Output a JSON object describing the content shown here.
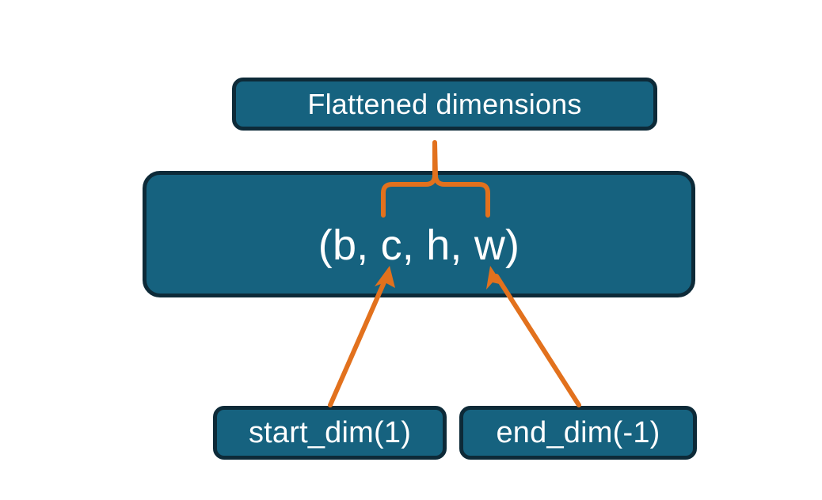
{
  "diagram": {
    "title_visible": false,
    "background_color": "#ffffff",
    "node_fill_color": "#16627f",
    "node_border_color": "#0d2a38",
    "node_text_color": "#ffffff",
    "connector_color": "#e2711d",
    "nodes": {
      "flattened": {
        "label": "Flattened dimensions",
        "role": "annotation-top"
      },
      "shape": {
        "label": "(b, c, h, w)",
        "role": "tensor-shape"
      },
      "start_dim": {
        "label": "start_dim(1)",
        "role": "argument-left"
      },
      "end_dim": {
        "label": "end_dim(-1)",
        "role": "argument-right"
      }
    },
    "connectors": [
      {
        "name": "brace-flattened",
        "kind": "curly-brace",
        "from": "shape",
        "to": "flattened",
        "spans_dimensions": "c, h, w"
      },
      {
        "name": "arrow-start-dim",
        "kind": "arrow",
        "from": "start_dim",
        "to": "shape",
        "points_at_dimension": "c"
      },
      {
        "name": "arrow-end-dim",
        "kind": "arrow",
        "from": "end_dim",
        "to": "shape",
        "points_at_dimension": "w"
      }
    ]
  }
}
